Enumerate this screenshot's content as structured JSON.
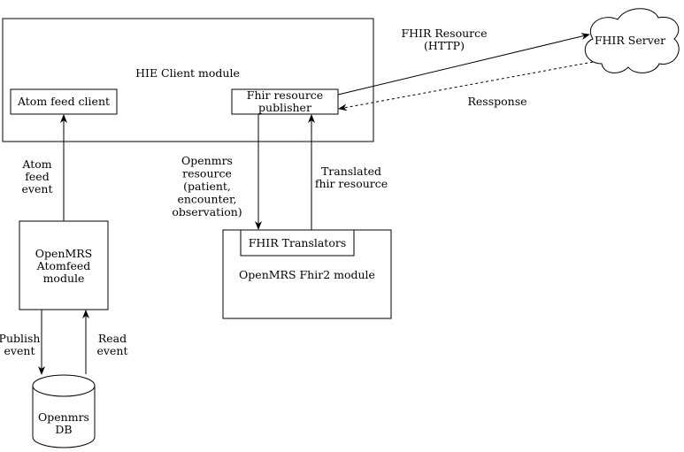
{
  "nodes": {
    "hie_client": {
      "label": [
        "HIE Client module"
      ]
    },
    "atom_feed_client": {
      "label": [
        "Atom feed client"
      ]
    },
    "fhir_publisher": {
      "label": [
        "Fhir resource",
        "publisher"
      ]
    },
    "fhir_server": {
      "label": [
        "FHIR Server"
      ],
      "icon": "cloud-shape"
    },
    "openmrs_atomfeed": {
      "label": [
        "OpenMRS",
        "Atomfeed",
        "module"
      ]
    },
    "openmrs_fhir2": {
      "label": [
        "OpenMRS Fhir2 module"
      ]
    },
    "fhir_translators": {
      "label": [
        "FHIR Translators"
      ]
    },
    "openmrs_db": {
      "label": [
        "Openmrs",
        "DB"
      ],
      "icon": "database-cylinder"
    }
  },
  "edges": {
    "fhir_resource_http": {
      "label": [
        "FHIR Resource",
        "(HTTP)"
      ]
    },
    "response": {
      "label": [
        "Ressponse"
      ]
    },
    "atom_feed_event": {
      "label": [
        "Atom",
        "feed",
        "event"
      ]
    },
    "openmrs_resource": {
      "label": [
        "Openmrs",
        "resource",
        "(patient,",
        "encounter,",
        "observation)"
      ]
    },
    "translated_resource": {
      "label": [
        "Translated",
        "fhir resource"
      ]
    },
    "publish_event": {
      "label": [
        "Publish",
        "event"
      ]
    },
    "read_event": {
      "label": [
        "Read",
        "event"
      ]
    }
  }
}
